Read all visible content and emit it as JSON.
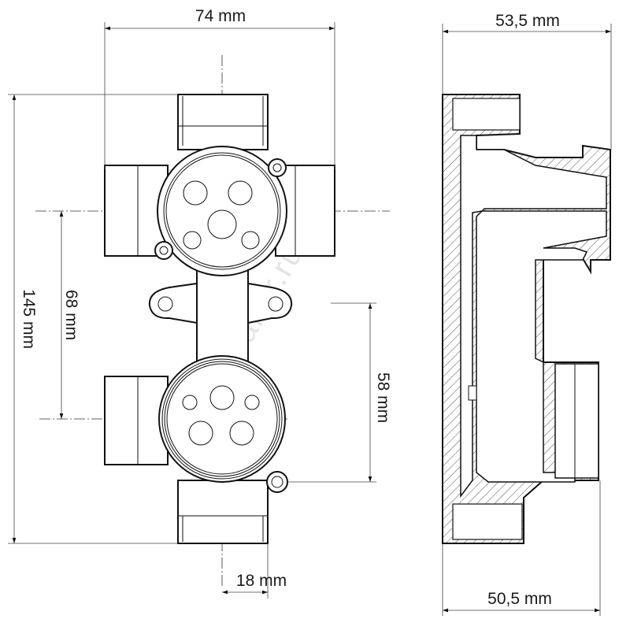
{
  "dimensions": {
    "width_front": "74 mm",
    "height_total": "145 mm",
    "center_distance": "68 mm",
    "lower_center_offset": "58 mm",
    "outlet_offset": "18 mm",
    "depth_top": "53,5 mm",
    "depth_bottom": "50,5 mm"
  },
  "watermark": "www.aquamir.ru",
  "colors": {
    "line": "#111111",
    "background": "#ffffff"
  }
}
